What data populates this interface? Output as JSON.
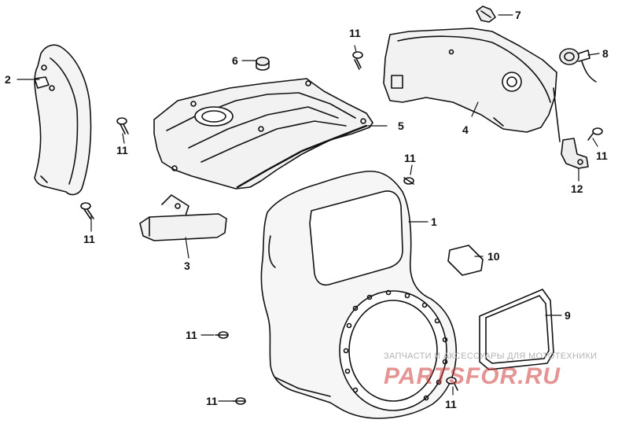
{
  "diagram": {
    "callouts": {
      "c1": "1",
      "c2": "2",
      "c3": "3",
      "c4": "4",
      "c5": "5",
      "c6": "6",
      "c7": "7",
      "c8": "8",
      "c9": "9",
      "c10": "10",
      "c12": "12",
      "c11a": "11",
      "c11b": "11",
      "c11c": "11",
      "c11d": "11",
      "c11e": "11",
      "c11f": "11",
      "c11g": "11",
      "c11h": "11"
    }
  },
  "watermark": {
    "tagline": "ЗАПЧАСТИ И АКСЕССУАРЫ ДЛЯ МОТОТЕХНИКИ",
    "logo": "PARTSFOR.RU",
    "color": "#d03c3c"
  }
}
